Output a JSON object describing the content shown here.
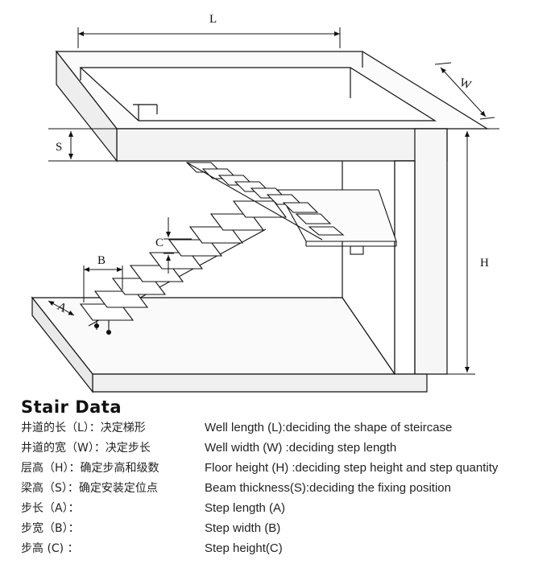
{
  "diagram": {
    "dimension_labels": {
      "L": "L",
      "W": "W",
      "S": "S",
      "H": "H",
      "B": "B",
      "C": "C",
      "A": "A"
    }
  },
  "legend": {
    "title": "Stair Data",
    "rows": [
      {
        "zh": "井道的长（L）：决定梯形",
        "en": "Well length (L):deciding the shape of steircase"
      },
      {
        "zh": "井道的宽（W）：决定步长",
        "en": "Well width (W) :deciding step length"
      },
      {
        "zh": "层高（H）：确定步高和级数",
        "en": "Floor height (H) :deciding step height and step quantity"
      },
      {
        "zh": "梁高（S）：确定安装定位点",
        "en": "Beam thickness(S):deciding the fixing position"
      },
      {
        "zh": "步长（A）：",
        "en": "Step length (A)"
      },
      {
        "zh": "步宽（B）：",
        "en": "Step width (B)"
      },
      {
        "zh": "步高 (C) ：",
        "en": "Step height(C)"
      }
    ]
  }
}
